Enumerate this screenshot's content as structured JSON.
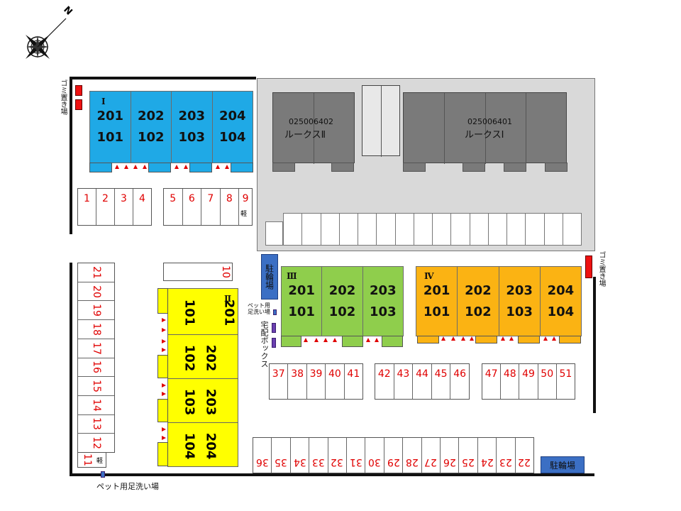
{
  "compass": {
    "north_label": "N"
  },
  "labels": {
    "garbage": "ゴミ置き場",
    "bicycle_parking": "駐輪場",
    "pet_footwash": "ペット用足洗い場",
    "pet_footwash_short": "ペット用足洗い場",
    "delivery_box": "宅配ボックス",
    "kei": "軽"
  },
  "buildings": {
    "b1": {
      "name": "Ⅰ",
      "units": [
        [
          "201",
          "101"
        ],
        [
          "202",
          "102"
        ],
        [
          "203",
          "103"
        ],
        [
          "204",
          "104"
        ]
      ],
      "color": "#1fa9e6"
    },
    "b2": {
      "name": "Ⅱ",
      "units": [
        [
          "201",
          "101"
        ],
        [
          "202",
          "102"
        ],
        [
          "203",
          "103"
        ],
        [
          "204",
          "104"
        ]
      ],
      "color": "#ffff00"
    },
    "b3": {
      "name": "Ⅲ",
      "units": [
        [
          "201",
          "101"
        ],
        [
          "202",
          "102"
        ],
        [
          "203",
          "103"
        ]
      ],
      "color": "#8fce4c"
    },
    "b4": {
      "name": "Ⅳ",
      "units": [
        [
          "201",
          "101"
        ],
        [
          "202",
          "102"
        ],
        [
          "203",
          "103"
        ],
        [
          "204",
          "104"
        ]
      ],
      "color": "#fbb313"
    }
  },
  "neighbors": {
    "lux2": {
      "code": "025006402",
      "name": "ルークスⅡ"
    },
    "lux1": {
      "code": "025006401",
      "name": "ルークスⅠ"
    }
  },
  "parking": {
    "row_a": [
      "1",
      "2",
      "3",
      "4"
    ],
    "row_b": [
      "5",
      "6",
      "7",
      "8",
      "9"
    ],
    "spot_10": "10",
    "left_col": [
      "21",
      "20",
      "19",
      "18",
      "17",
      "16",
      "15",
      "14",
      "13",
      "12",
      "11"
    ],
    "row_c": [
      "37",
      "38",
      "39",
      "40",
      "41"
    ],
    "row_d": [
      "42",
      "43",
      "44",
      "45",
      "46"
    ],
    "row_e": [
      "47",
      "48",
      "49",
      "50",
      "51"
    ],
    "bottom_row": [
      "36",
      "35",
      "34",
      "33",
      "32",
      "31",
      "30",
      "29",
      "28",
      "27",
      "26",
      "25",
      "24",
      "23",
      "22"
    ]
  }
}
